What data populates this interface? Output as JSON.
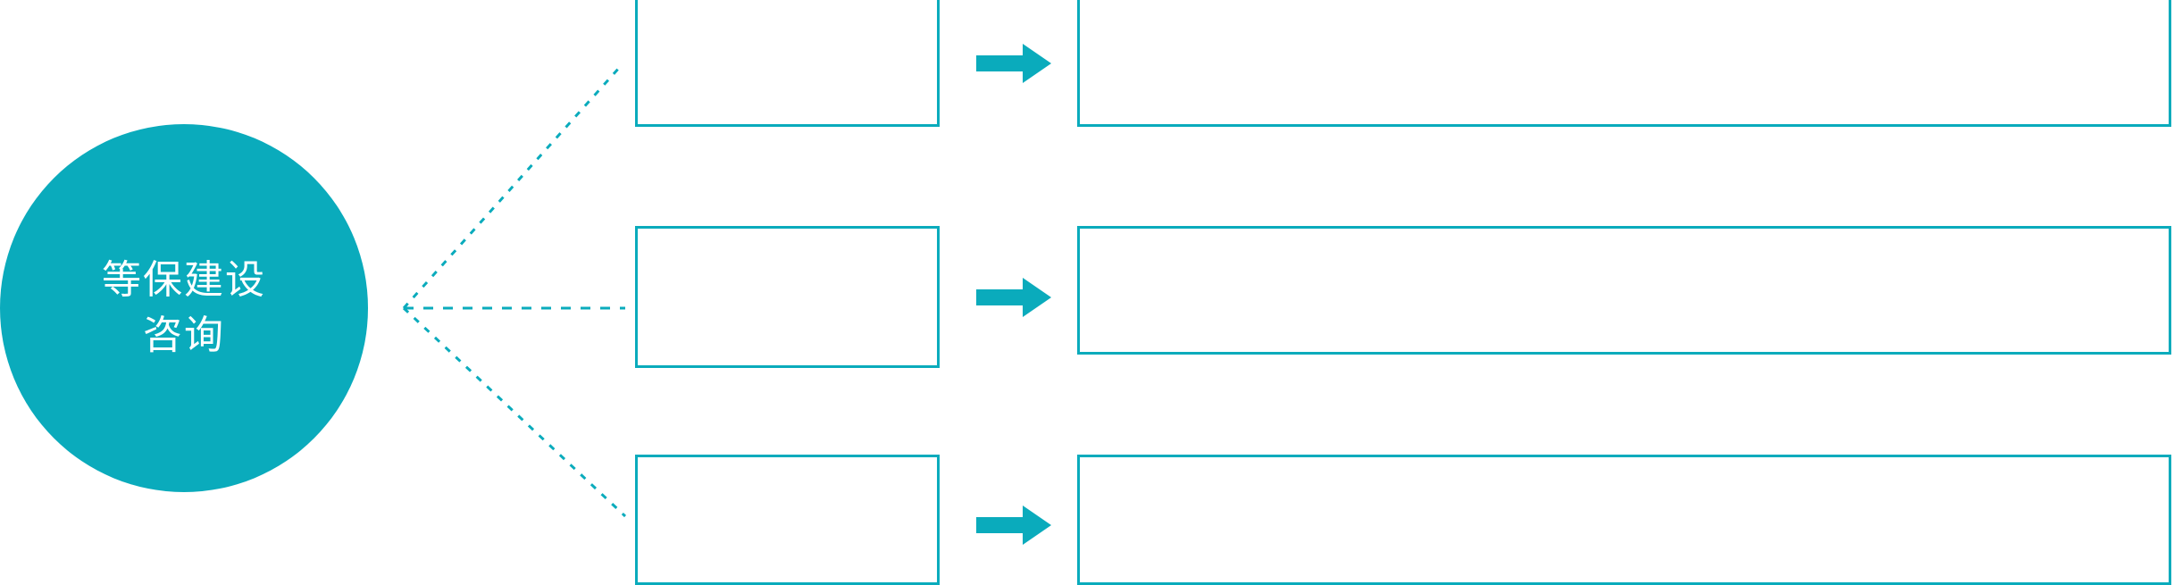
{
  "theme": {
    "accent": "#0AABBC",
    "background": "#FFFFFF",
    "hub_text_color": "#FFFFFF",
    "box_border_color": "#0AABBC"
  },
  "hub": {
    "name": "等保建设咨询",
    "line1": "等保建设",
    "line2": "咨询"
  },
  "connectors": {
    "style": "dotted",
    "color": "#0AABBC",
    "count": 3
  },
  "rows": [
    {
      "arrow_icon": "arrow-right-icon",
      "label": "",
      "detail": ""
    },
    {
      "arrow_icon": "arrow-right-icon",
      "label": "",
      "detail": ""
    },
    {
      "arrow_icon": "arrow-right-icon",
      "label": "",
      "detail": ""
    }
  ]
}
